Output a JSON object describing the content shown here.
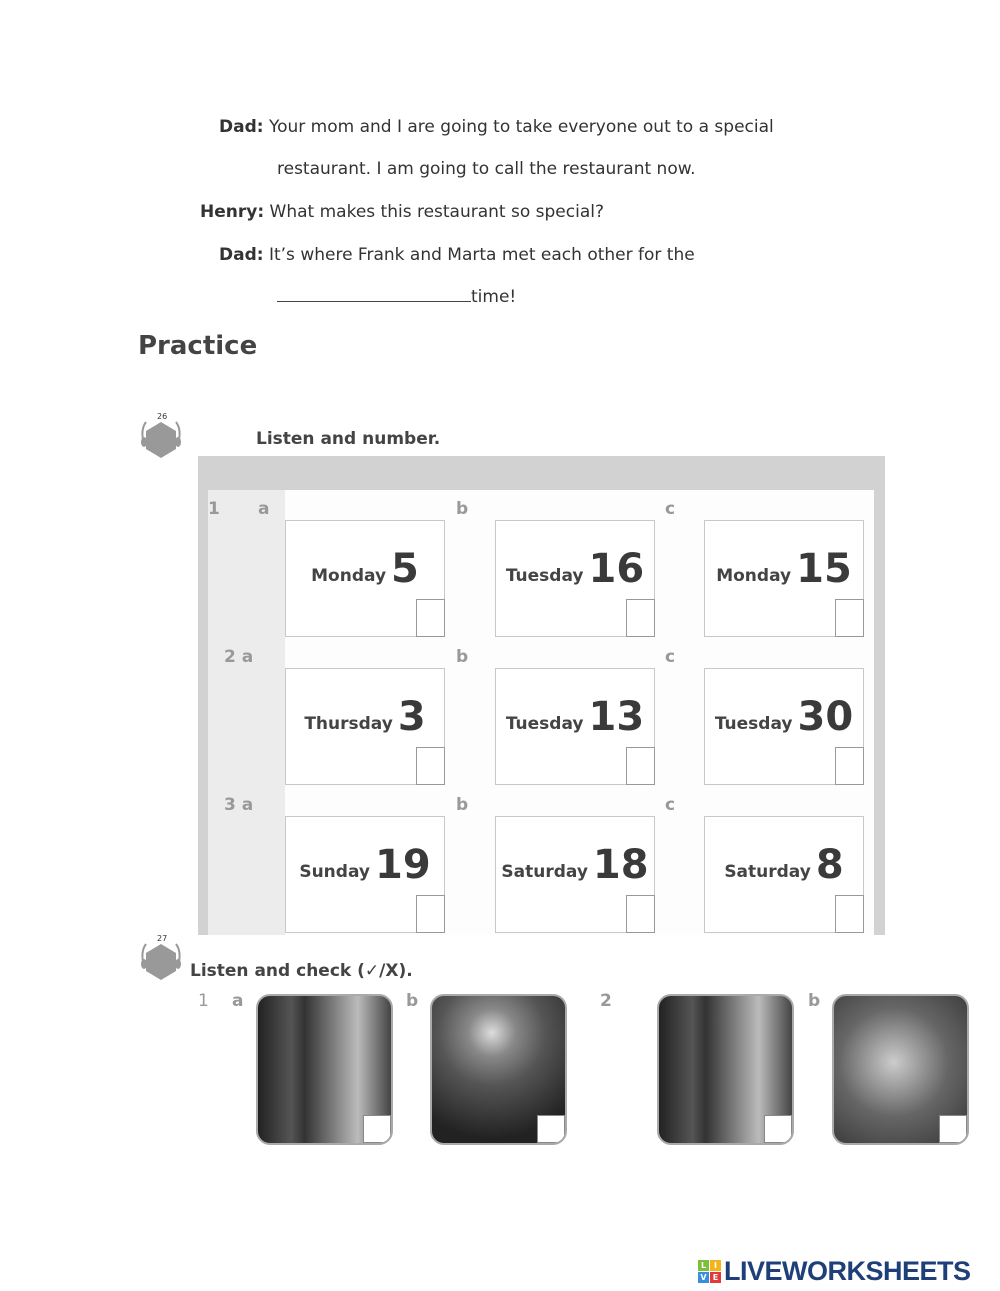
{
  "dialogue": [
    {
      "speaker": "Dad:",
      "text": "Your mom and I are going to take everyone out to a special"
    },
    {
      "speaker": "",
      "text": "restaurant. I am going to call the restaurant now."
    },
    {
      "speaker": "Henry:",
      "text": "What makes this restaurant so special?"
    },
    {
      "speaker": "Dad:",
      "text": "It’s where Frank and Marta met each other for the"
    },
    {
      "speaker": "",
      "text": "time!"
    }
  ],
  "heading": "Practice",
  "ex1": {
    "track": "26",
    "instruction": "Listen and number.",
    "rows": [
      {
        "label": "1",
        "a": "a",
        "b": "b",
        "c": "c",
        "cards": [
          {
            "day": "Monday",
            "num": "5"
          },
          {
            "day": "Tuesday",
            "num": "16"
          },
          {
            "day": "Monday",
            "num": "15"
          }
        ]
      },
      {
        "label": "2 a",
        "b": "b",
        "c": "c",
        "cards": [
          {
            "day": "Thursday",
            "num": "3"
          },
          {
            "day": "Tuesday",
            "num": "13"
          },
          {
            "day": "Tuesday",
            "num": "30"
          }
        ]
      },
      {
        "label": "3 a",
        "b": "b",
        "c": "c",
        "cards": [
          {
            "day": "Sunday",
            "num": "19"
          },
          {
            "day": "Saturday",
            "num": "18"
          },
          {
            "day": "Saturday",
            "num": "8"
          }
        ]
      }
    ]
  },
  "ex2": {
    "track": "27",
    "instruction": "Listen and check (✓/X).",
    "labels": [
      "1",
      "a",
      "b",
      "2",
      "b"
    ],
    "photos": [
      "people-talking-photo",
      "fireworks-photo",
      "people-talking-photo",
      "flower-photo"
    ]
  },
  "logo": {
    "text": "LIVEWORKSHEETS",
    "tiles": [
      "L",
      "I",
      "V",
      "E"
    ],
    "tile_colors": [
      "#7bbf3a",
      "#f2b51c",
      "#3a8fd9",
      "#e03a3a"
    ],
    "color": "#1f3f78"
  }
}
